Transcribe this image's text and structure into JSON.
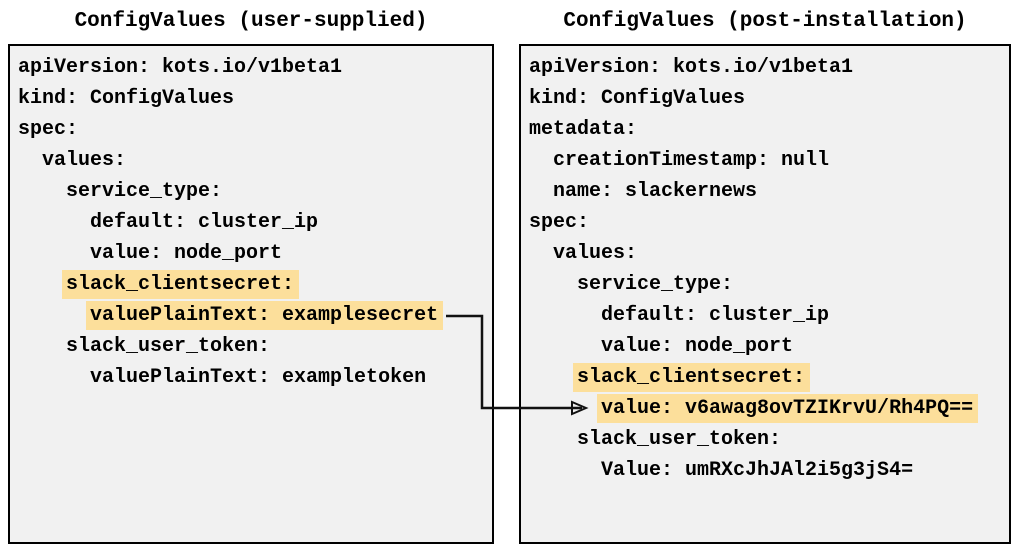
{
  "colors": {
    "highlight": "#fcdf9b",
    "panel_background": "#f1f1f1",
    "panel_border": "#000000",
    "text": "#000000",
    "arrow": "#111111"
  },
  "panels": [
    {
      "title": "ConfigValues (user-supplied)",
      "lines": [
        {
          "indent": "",
          "text": "apiVersion: kots.io/v1beta1",
          "highlight": false
        },
        {
          "indent": "",
          "text": "kind: ConfigValues",
          "highlight": false
        },
        {
          "indent": "",
          "text": "spec:",
          "highlight": false
        },
        {
          "indent": "  ",
          "text": "values:",
          "highlight": false
        },
        {
          "indent": "    ",
          "text": "service_type:",
          "highlight": false
        },
        {
          "indent": "      ",
          "text": "default: cluster_ip",
          "highlight": false
        },
        {
          "indent": "      ",
          "text": "value: node_port",
          "highlight": false
        },
        {
          "indent": "    ",
          "text": "slack_clientsecret:",
          "highlight": true
        },
        {
          "indent": "      ",
          "text": "valuePlainText: examplesecret",
          "highlight": true
        },
        {
          "indent": "    ",
          "text": "slack_user_token:",
          "highlight": false
        },
        {
          "indent": "      ",
          "text": "valuePlainText: exampletoken",
          "highlight": false
        }
      ]
    },
    {
      "title": "ConfigValues (post-installation)",
      "lines": [
        {
          "indent": "",
          "text": "apiVersion: kots.io/v1beta1",
          "highlight": false
        },
        {
          "indent": "",
          "text": "kind: ConfigValues",
          "highlight": false
        },
        {
          "indent": "",
          "text": "metadata:",
          "highlight": false
        },
        {
          "indent": "  ",
          "text": "creationTimestamp: null",
          "highlight": false
        },
        {
          "indent": "  ",
          "text": "name: slackernews",
          "highlight": false
        },
        {
          "indent": "",
          "text": "spec:",
          "highlight": false
        },
        {
          "indent": "  ",
          "text": "values:",
          "highlight": false
        },
        {
          "indent": "    ",
          "text": "service_type:",
          "highlight": false
        },
        {
          "indent": "      ",
          "text": "default: cluster_ip",
          "highlight": false
        },
        {
          "indent": "      ",
          "text": "value: node_port",
          "highlight": false
        },
        {
          "indent": "    ",
          "text": "slack_clientsecret:",
          "highlight": true
        },
        {
          "indent": "      ",
          "text": "value: v6awag8ovTZIKrvU/Rh4PQ==",
          "highlight": true
        },
        {
          "indent": "    ",
          "text": "slack_user_token:",
          "highlight": false
        },
        {
          "indent": "      ",
          "text": "Value: umRXcJhJAl2i5g3jS4=",
          "highlight": false
        }
      ]
    }
  ],
  "arrow": {
    "from_line": "valuePlainText: examplesecret",
    "to_line": "value: v6awag8ovTZIKrvU/Rh4PQ=="
  }
}
